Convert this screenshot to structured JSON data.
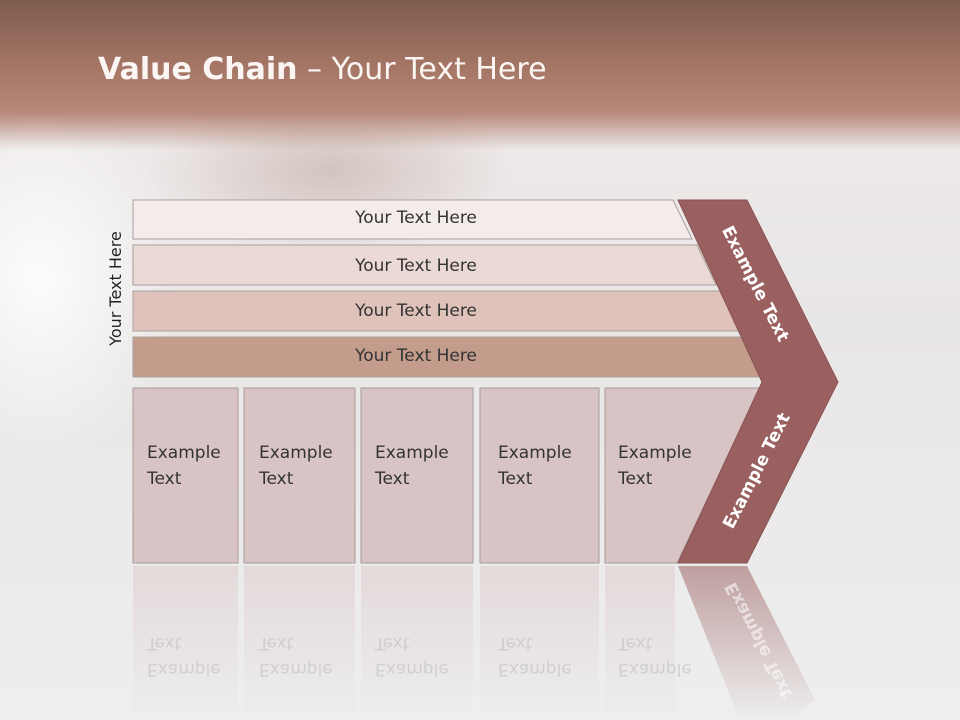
{
  "slide": {
    "title_bold": "Value Chain",
    "title_rest": " – Your Text Here",
    "side_label": "Your Text Here"
  },
  "support_bars": [
    {
      "label": "Your Text Here",
      "color": "#f3ecea"
    },
    {
      "label": "Your Text Here",
      "color": "#ead9d4"
    },
    {
      "label": "Your Text Here",
      "color": "#dfc3ba"
    },
    {
      "label": "Your Text Here",
      "color": "#c39c8c"
    }
  ],
  "primary_boxes": [
    {
      "line1": "Example",
      "line2": "Text"
    },
    {
      "line1": "Example",
      "line2": "Text"
    },
    {
      "line1": "Example",
      "line2": "Text"
    },
    {
      "line1": "Example",
      "line2": "Text"
    },
    {
      "line1": "Example",
      "line2": "Text"
    }
  ],
  "margin_arrow": {
    "upper_label": "Example Text",
    "lower_label": "Example Text",
    "color": "#9a6060"
  },
  "colors": {
    "box_fill": "#d9c4c5",
    "box_stroke": "#a89a9a",
    "header_dark": "#7f5c4f"
  }
}
